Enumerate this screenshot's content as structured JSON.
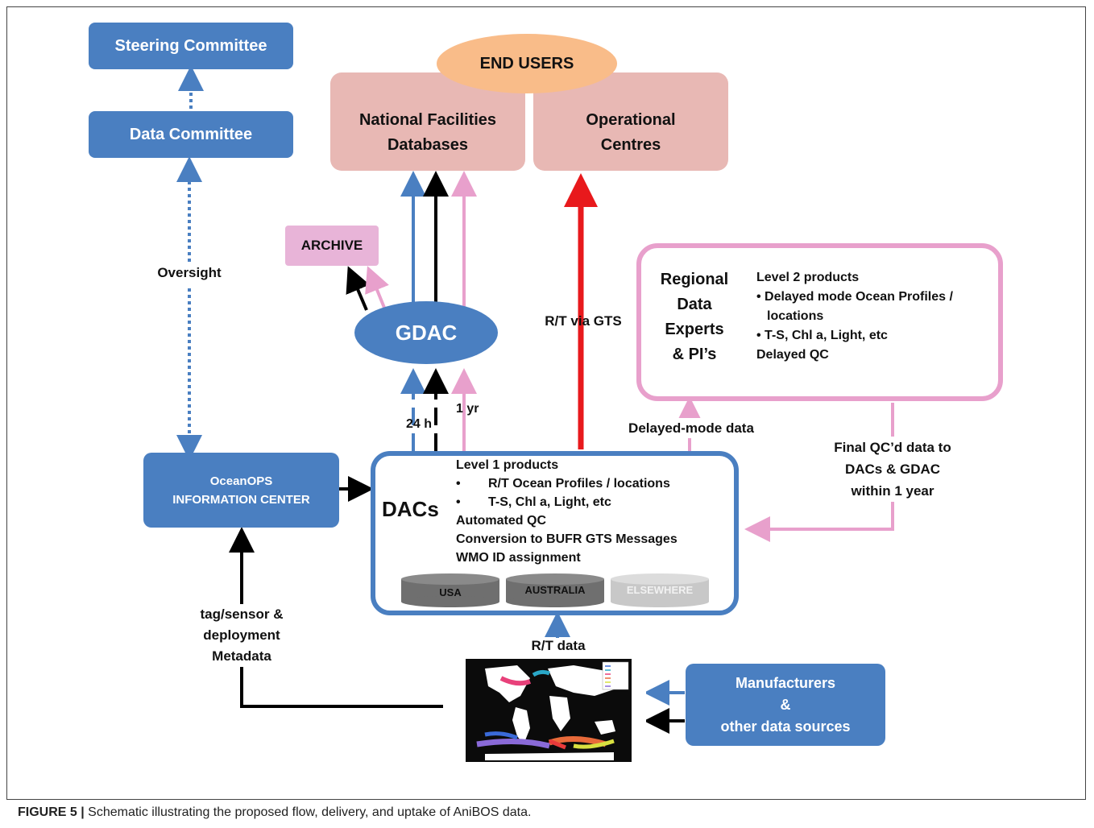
{
  "boxes": {
    "steering": "Steering Committee",
    "data_committee": "Data Committee",
    "end_users": "END USERS",
    "national": [
      "National Facilities",
      "Databases"
    ],
    "operational": [
      "Operational",
      "Centres"
    ],
    "archive": "ARCHIVE",
    "gdac": "GDAC",
    "oceanops": [
      "OceanOPS",
      "INFORMATION CENTER"
    ],
    "dacs": "DACs",
    "manufacturers": [
      "Manufacturers",
      "&",
      "other data sources"
    ]
  },
  "regional": {
    "title": [
      "Regional",
      "Data",
      "Experts",
      "& PI’s"
    ],
    "lines": [
      "Level 2 products",
      "• Delayed mode Ocean Profiles /",
      "locations",
      "• T-S, Chl a, Light, etc",
      "Delayed QC"
    ]
  },
  "dac_lines": [
    "Level 1 products",
    "R/T Ocean Profiles / locations",
    "T-S, Chl a, Light, etc",
    "Automated QC",
    "Conversion to BUFR GTS Messages",
    "WMO ID assignment"
  ],
  "dac_bullet": "•",
  "databases": [
    "USA",
    "AUSTRALIA",
    "ELSEWHERE"
  ],
  "labels": {
    "oversight": "Oversight",
    "rt_gts": "R/T via GTS",
    "h24": "24 h",
    "yr1": "1 yr",
    "delayed_mode": "Delayed-mode data",
    "final_qc": [
      "Final QC’d data to",
      "DACs & GDAC",
      "within 1 year"
    ],
    "tag_sensor": [
      "tag/sensor &",
      "deployment",
      "Metadata"
    ],
    "rt_data": "R/T data"
  },
  "caption": {
    "label": "FIGURE 5 |",
    "text": " Schematic illustrating the proposed flow, delivery, and uptake of AniBOS data."
  },
  "colors": {
    "blue": "#4a7fc1",
    "pink": "#e8a0cc",
    "red": "#e8191c",
    "black": "#000000",
    "end_users": "#f9bc89",
    "facility_box": "#e8b8b4",
    "archive_box": "#e8b4d8"
  }
}
